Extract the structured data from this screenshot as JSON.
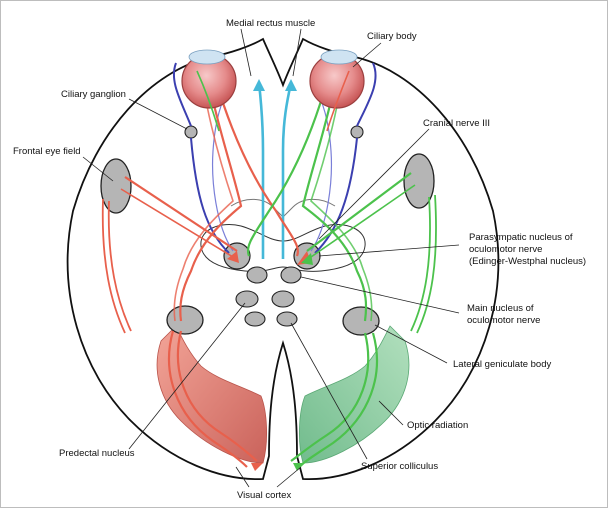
{
  "labels": {
    "medial_rectus": "Medial rectus muscle",
    "ciliary_body": "Ciliary body",
    "ciliary_ganglion": "Ciliary ganglion",
    "cranial_nerve_iii": "Cranial nerve III",
    "frontal_eye_field": "Frontal eye field",
    "parasympathetic_line1": "Parasympatic nucleus of",
    "parasympathetic_line2": "oculomotor nerve",
    "parasympathetic_line3": "(Edinger-Westphal nucleus)",
    "main_nucleus_line1": "Main nucleus of",
    "main_nucleus_line2": "oculomotor nerve",
    "lateral_geniculate": "Lateral geniculate body",
    "optic_radiation": "Optic radiation",
    "predectal_nucleus": "Predectal nucleus",
    "superior_colliculus": "Superior colliculus",
    "visual_cortex": "Visual cortex"
  },
  "colors": {
    "red_pathway": "#e8604c",
    "green_pathway": "#4cc24c",
    "blue_nerve": "#3b3fb0",
    "cyan_nerve": "#45b8d8",
    "nucleus_gray": "#b5b5b5",
    "eye_red": "#e07a7a"
  }
}
